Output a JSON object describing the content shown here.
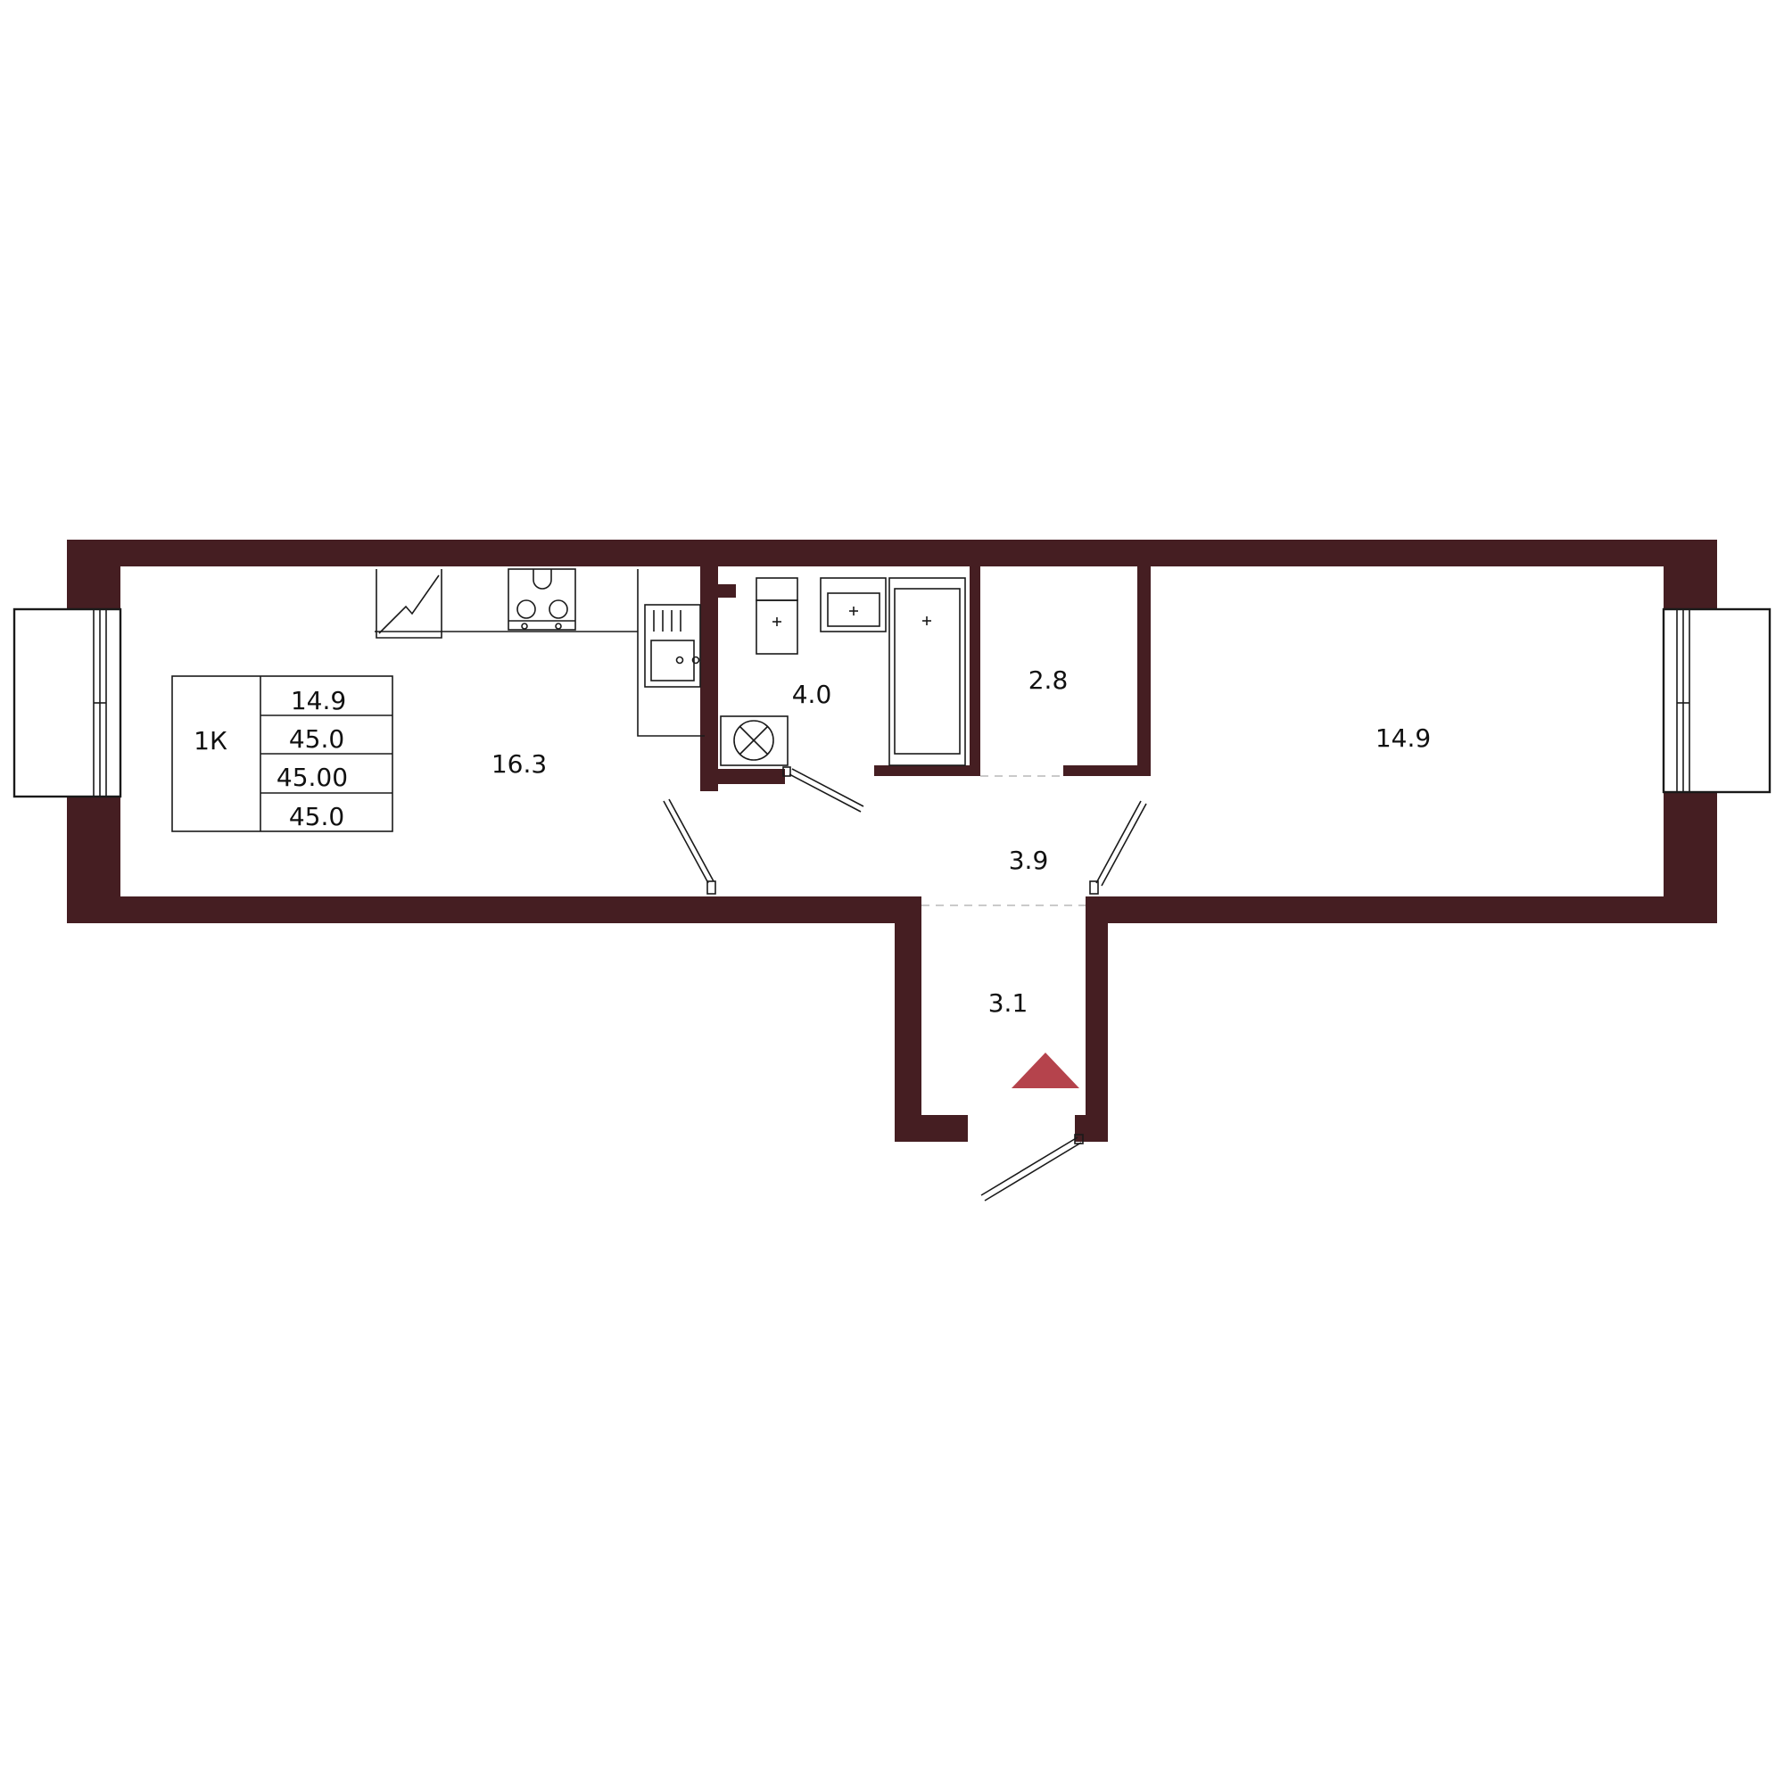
{
  "plan": {
    "wall_color": "#451e22",
    "entrance_marker_color": "#b5434c",
    "rooms": [
      {
        "id": "kitchen-living",
        "area": "16.3"
      },
      {
        "id": "bathroom",
        "area": "4.0"
      },
      {
        "id": "storage",
        "area": "2.8"
      },
      {
        "id": "bedroom",
        "area": "14.9"
      },
      {
        "id": "hallway",
        "area": "3.9"
      },
      {
        "id": "entrance-vestibule",
        "area": "3.1"
      }
    ],
    "summary": {
      "type": "1К",
      "values": [
        "14.9",
        "45.0",
        "45.00",
        "45.0"
      ]
    },
    "icons": [
      "stove-icon",
      "sink-icon",
      "toilet-icon",
      "washbasin-icon",
      "bathtub-icon",
      "washing-machine-icon",
      "window-icon",
      "door-icon",
      "entrance-arrow-icon"
    ]
  }
}
